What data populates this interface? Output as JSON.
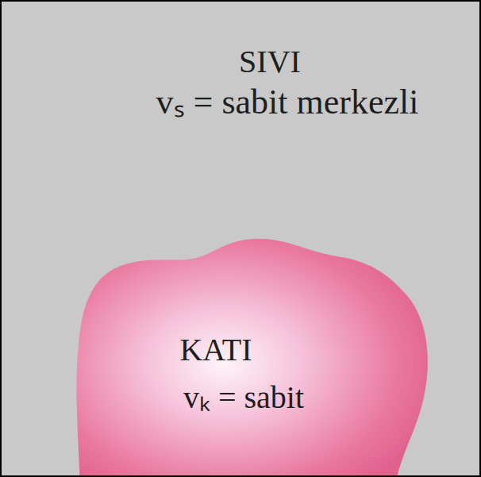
{
  "diagram": {
    "nodes": [
      {
        "text": [
          "SIVI",
          "vₛ = sabit merkezli"
        ]
      },
      {
        "text": [
          "KATI",
          "vₖ = sabit"
        ],
        "in": 0
      }
    ]
  }
}
